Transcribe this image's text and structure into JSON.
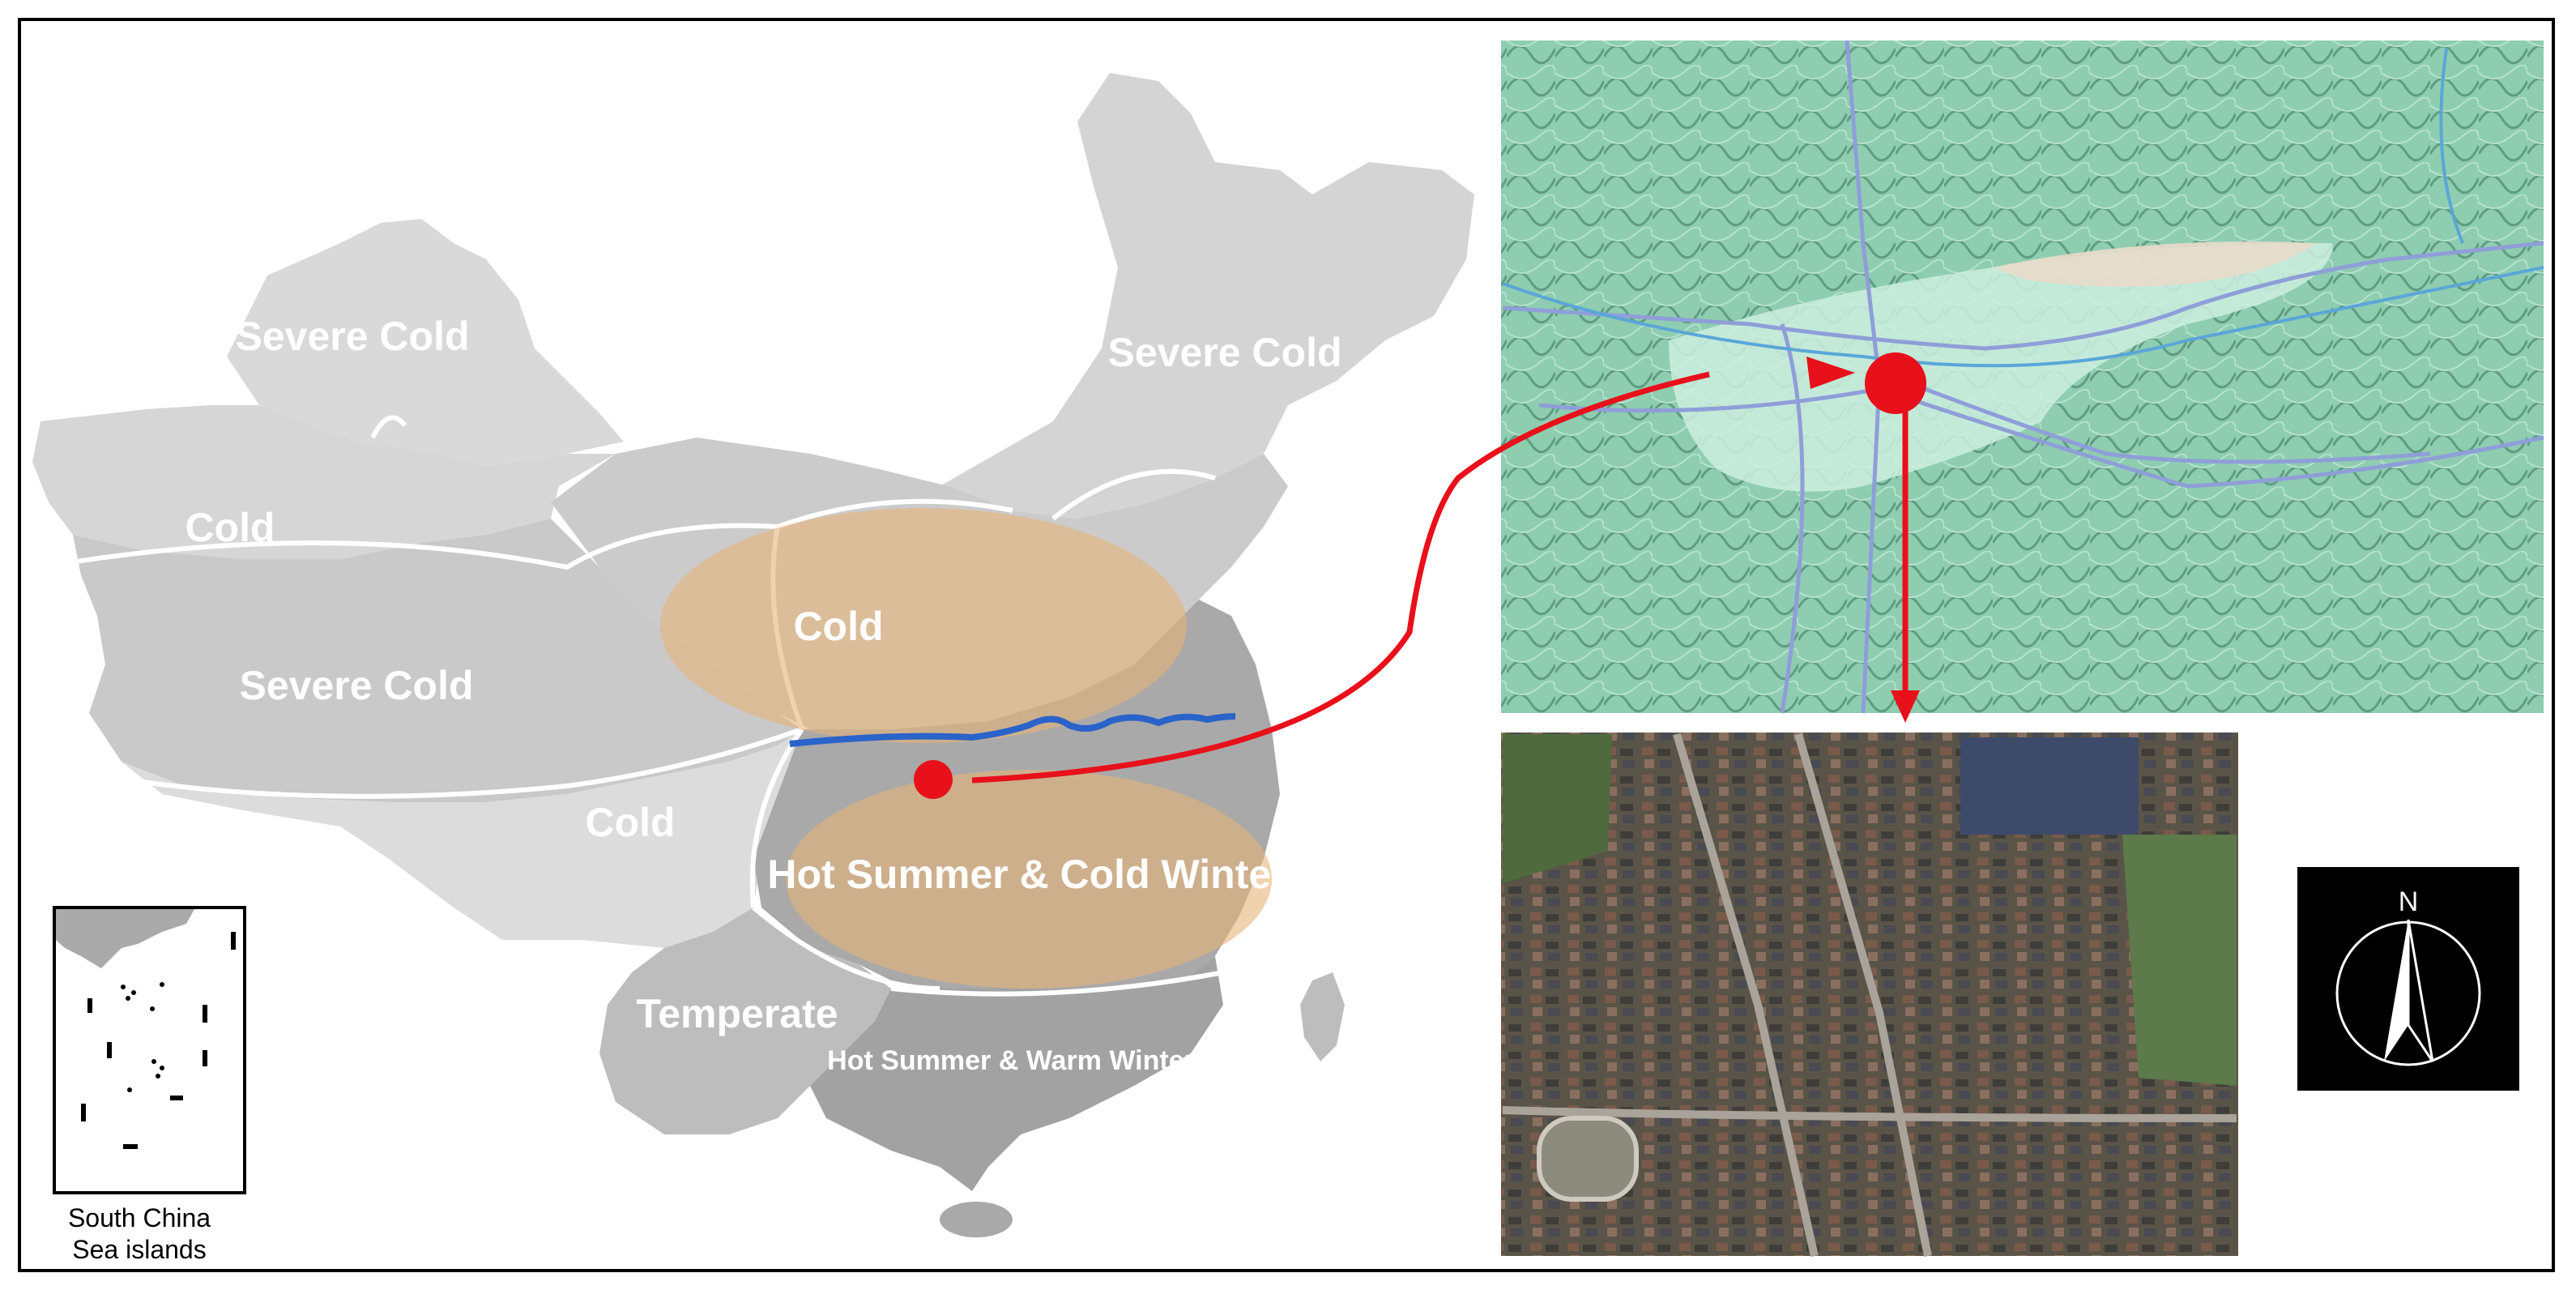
{
  "climate_zones": {
    "severe_cold_nw": "Severe Cold",
    "severe_cold_ne": "Severe Cold",
    "cold_west": "Cold",
    "cold_center": "Cold",
    "severe_cold_tibet": "Severe Cold",
    "cold_sw": "Cold",
    "hot_summer_cold_winter": "Hot Summer & Cold Winter",
    "temperate": "Temperate",
    "hot_summer_warm_winter": "Hot Summer & Warm Winter"
  },
  "inset": {
    "label_line1": "South China",
    "label_line2": "Sea islands"
  },
  "north_arrow": {
    "letter": "N"
  },
  "colors": {
    "region_light": "#d8d8d8",
    "region_mid": "#c4c4c4",
    "region_dark": "#a9a9a9",
    "boundary": "#ffffff",
    "highlight": "#e8b47a",
    "river": "#2a63c9",
    "pointer": "#e8101a",
    "terrain": "#8fcdb1",
    "satellite": "#5d5a50"
  },
  "icons": {
    "north_arrow": "north-arrow-icon",
    "location_marker": "location-dot-icon"
  }
}
